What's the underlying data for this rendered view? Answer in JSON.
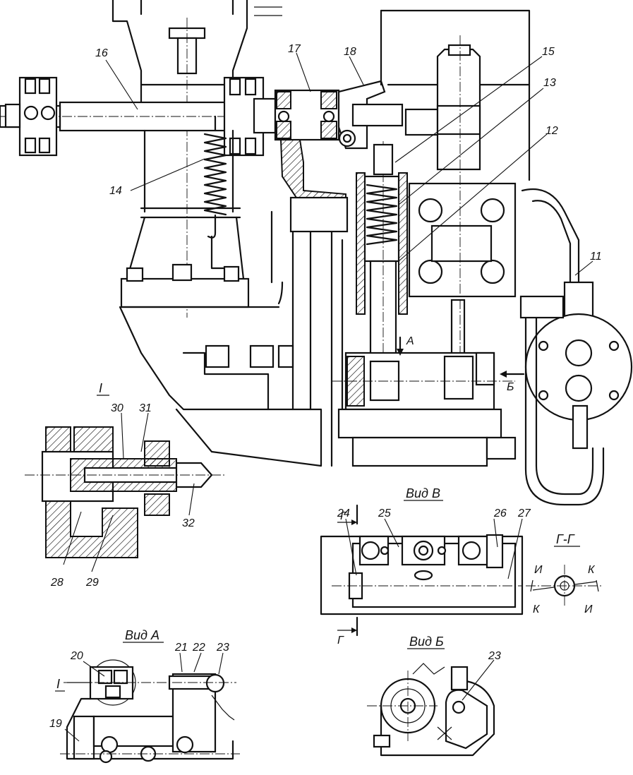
{
  "callouts": {
    "n11": "11",
    "n12": "12",
    "n13": "13",
    "n14": "14",
    "n15": "15",
    "n16": "16",
    "n17": "17",
    "n18": "18",
    "n19": "19",
    "n20": "20",
    "n21": "21",
    "n22": "22",
    "n23": "23",
    "n23b": "23",
    "n24": "24",
    "n25": "25",
    "n26": "26",
    "n27": "27",
    "n28": "28",
    "n29": "29",
    "n30": "30",
    "n31": "31",
    "n32": "32"
  },
  "views": {
    "detail_I": "I",
    "detail_I_mark": "I",
    "view_A": "Вид А",
    "view_B": "Вид Б",
    "view_V": "Вид В",
    "section_GG": "Г-Г",
    "arrow_A": "А",
    "arrow_B": "Б",
    "cut_G_top": "Г",
    "cut_G_bottom": "Г",
    "mark_I_left": "И",
    "mark_I_right": "И",
    "mark_K_left": "К",
    "mark_K_right": "К"
  }
}
